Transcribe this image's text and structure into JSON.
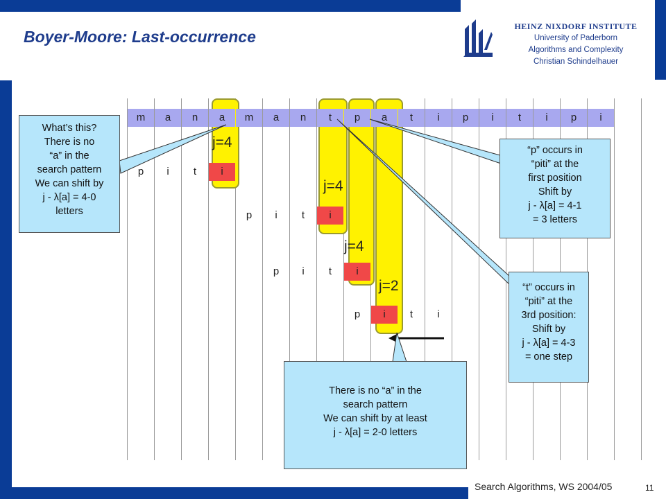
{
  "title": "Boyer-Moore: Last-occurrence",
  "institute": {
    "name": "HEINZ NIXDORF INSTITUTE",
    "university": "University of Paderborn",
    "group": "Algorithms and Complexity",
    "person": "Christian Schindelhauer"
  },
  "text_chars": [
    "m",
    "a",
    "n",
    "a",
    "m",
    "a",
    "n",
    "t",
    "p",
    "a",
    "t",
    "i",
    "p",
    "i",
    "t",
    "i",
    "p",
    "i"
  ],
  "pattern_rows": [
    {
      "cells": [
        "p",
        "i",
        "t",
        "i"
      ]
    },
    {
      "cells": [
        "p",
        "i",
        "t",
        "i"
      ]
    },
    {
      "cells": [
        "p",
        "i",
        "t",
        "i"
      ]
    },
    {
      "cells": [
        "p",
        "i",
        "t",
        "i"
      ]
    }
  ],
  "j_labels": [
    "j=4",
    "j=4",
    "j=4",
    "j=2"
  ],
  "callouts": {
    "left": [
      "What’s this?",
      "There is no",
      "“a” in the",
      "search pattern",
      "We can shift by",
      "j - λ[a] = 4-0",
      "letters"
    ],
    "right_top": [
      "“p” occurs in",
      "“piti” at the",
      "first position",
      "Shift by",
      "j - λ[a] = 4-1",
      "= 3 letters"
    ],
    "right_bottom": [
      "“t” occurs in",
      "“piti” at the",
      "3rd position:",
      "Shift by",
      "j - λ[a] = 4-3",
      "= one step"
    ],
    "bottom": [
      "There is no “a” in the",
      "search pattern",
      "We can shift by at least",
      "j - λ[a] = 2-0 letters"
    ]
  },
  "footer": "Search Algorithms, WS 2004/05",
  "page_number": "11",
  "colors": {
    "brand_blue": "#0a3c96",
    "cell_blue": "#a8a8ef",
    "mismatch_red": "#f04848",
    "highlight_yellow": "#fff200",
    "callout_blue": "#b6e6fb"
  },
  "icons": [
    "institute-logo-icon",
    "arrow-left-icon"
  ]
}
